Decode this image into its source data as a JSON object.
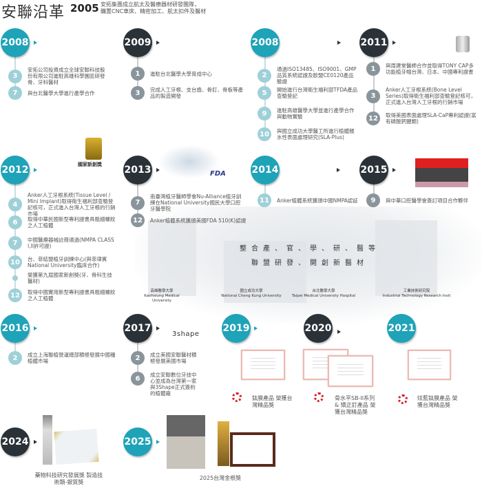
{
  "header": {
    "title": "安聯沿革",
    "year": "2005",
    "desc": [
      "安拓集團成立航太及醫療器材研發團隊，",
      "購置CNC車床、精密加工、航太扣件及醫材"
    ]
  },
  "colors": {
    "teal": "#1ea3b8",
    "dark": "#2a3238"
  },
  "blocks": [
    {
      "year": "2008",
      "items": [
        {
          "n": "3",
          "t": "安拓公司投資成立全球安聯科技股份有限公司進駐高雄科學園區研發骨、牙科醫材"
        },
        {
          "n": "7",
          "t": "與台北醫學大學進行產學合作"
        }
      ]
    },
    {
      "year": "2009",
      "items": [
        {
          "n": "1",
          "t": "進駐台北醫學大學育成中心"
        },
        {
          "n": "3",
          "t": "完成人工牙根、支台齒、骨釘、骨板等產品的製造開發"
        }
      ]
    },
    {
      "year": "2008",
      "items": [
        {
          "n": "2",
          "t": "通過ISO13485、ISO9001、GMP品質系統認證及歐盟CE0120產品驗證"
        },
        {
          "n": "5",
          "t": "開始進行台灣衛生福利部TFDA產品查驗登記"
        },
        {
          "n": "9",
          "t": "進駐高雄醫學大學並進行產學合作與動物實驗"
        },
        {
          "n": "10",
          "t": "與國立成功大學醫工所進行植體親水性表面處理研究(SLA-Plus)"
        }
      ]
    },
    {
      "year": "2011",
      "items": [
        {
          "n": "1",
          "t": "與周建堂醫師合作並取得TONY CAP多功能植牙帽台灣、日本、中國專利證書"
        },
        {
          "n": "3",
          "t": "Anker人工牙根系統(Bone Level Series)取得衛生福利部查驗登記核可，正式進入台灣人工牙根的行銷市場"
        },
        {
          "n": "12",
          "t": "取得美國表面處理SLA-CaP專利認證(富有磷酸鈣鹽類)"
        }
      ]
    },
    {
      "year": "2012",
      "award": "國家新創獎",
      "items": [
        {
          "n": "4",
          "t": "Anker人工牙根系統(Tissue Level / Mini Implant)取得衛生福利部查驗登記核可，正式進入台灣人工牙根的行銷市場"
        },
        {
          "n": "6",
          "t": "取得中華民國新型專利證書具粗細螺紋之人工植體"
        },
        {
          "n": "7",
          "t": "中國醫療器械註冊通過(NMPA CLASS I,II許可證)"
        },
        {
          "n": "10",
          "t": "台、菲結盟植牙訓練中心(與菲律賓National University臨床合作)"
        },
        {
          "n": "",
          "t": "榮獲第九屆國家新創獎(牙、骨科生技醫材)"
        },
        {
          "n": "12",
          "t": "取得中國實用新型專利證書具粗細螺紋之人工植體"
        }
      ]
    },
    {
      "year": "2013",
      "logo": "FDA",
      "items": [
        {
          "n": "7",
          "t": "南臺灣植牙醫師學會Nu-Alliance植牙訓練在National University國民大學口腔牙醫學院"
        },
        {
          "n": "12",
          "t": "Anker植體系統獲頒美國FDA 510(K)認證"
        }
      ]
    },
    {
      "year": "2014",
      "items": [
        {
          "n": "11",
          "t": "Anker植體系統獲頒中國NMPA認証"
        }
      ]
    },
    {
      "year": "2015",
      "items": [
        {
          "n": "9",
          "t": "與中華口腔醫學會簽訂項目合作夥伴"
        }
      ]
    },
    {
      "year": "2016",
      "items": [
        {
          "n": "2",
          "t": "成立上海聯植營運總部積極發展中國種植體市場"
        }
      ]
    },
    {
      "year": "2017",
      "logo": "3shape",
      "items": [
        {
          "n": "2",
          "t": "成立美國安聯醫材積極發展美國市場"
        },
        {
          "n": "6",
          "t": "成立安聯數位牙技中心並成為台灣第一家與3Shape正式簽約的植體廠"
        }
      ]
    },
    {
      "year": "2019",
      "award": "鈦膜產品 榮獲台灣精品獎"
    },
    {
      "year": "2020",
      "award": "骨水平SB-II系列 & 矯正釘產品 榮獲台灣精品獎"
    },
    {
      "year": "2021",
      "award": "炫藍鈦膜產品 榮獲台灣精品獎"
    },
    {
      "year": "2024",
      "award": "藥物科技研究發展獎 製造技術類-銀質獎"
    },
    {
      "year": "2025",
      "award": "2025台灣金根獎"
    }
  ],
  "alliance": {
    "line1": "整合產、官、學、研、醫等",
    "line2": "聯盟研發、開創新醫材",
    "universities": [
      {
        "zh": "高雄醫學大學",
        "en": "Kaohsiung Medical University"
      },
      {
        "zh": "國立成功大學",
        "en": "National Cheng Kung University"
      },
      {
        "zh": "台北醫學大學",
        "en": "Taipei Medical University Hospital"
      },
      {
        "zh": "工業技術研究院",
        "en": "Industrial Technology Research Insti"
      }
    ]
  }
}
